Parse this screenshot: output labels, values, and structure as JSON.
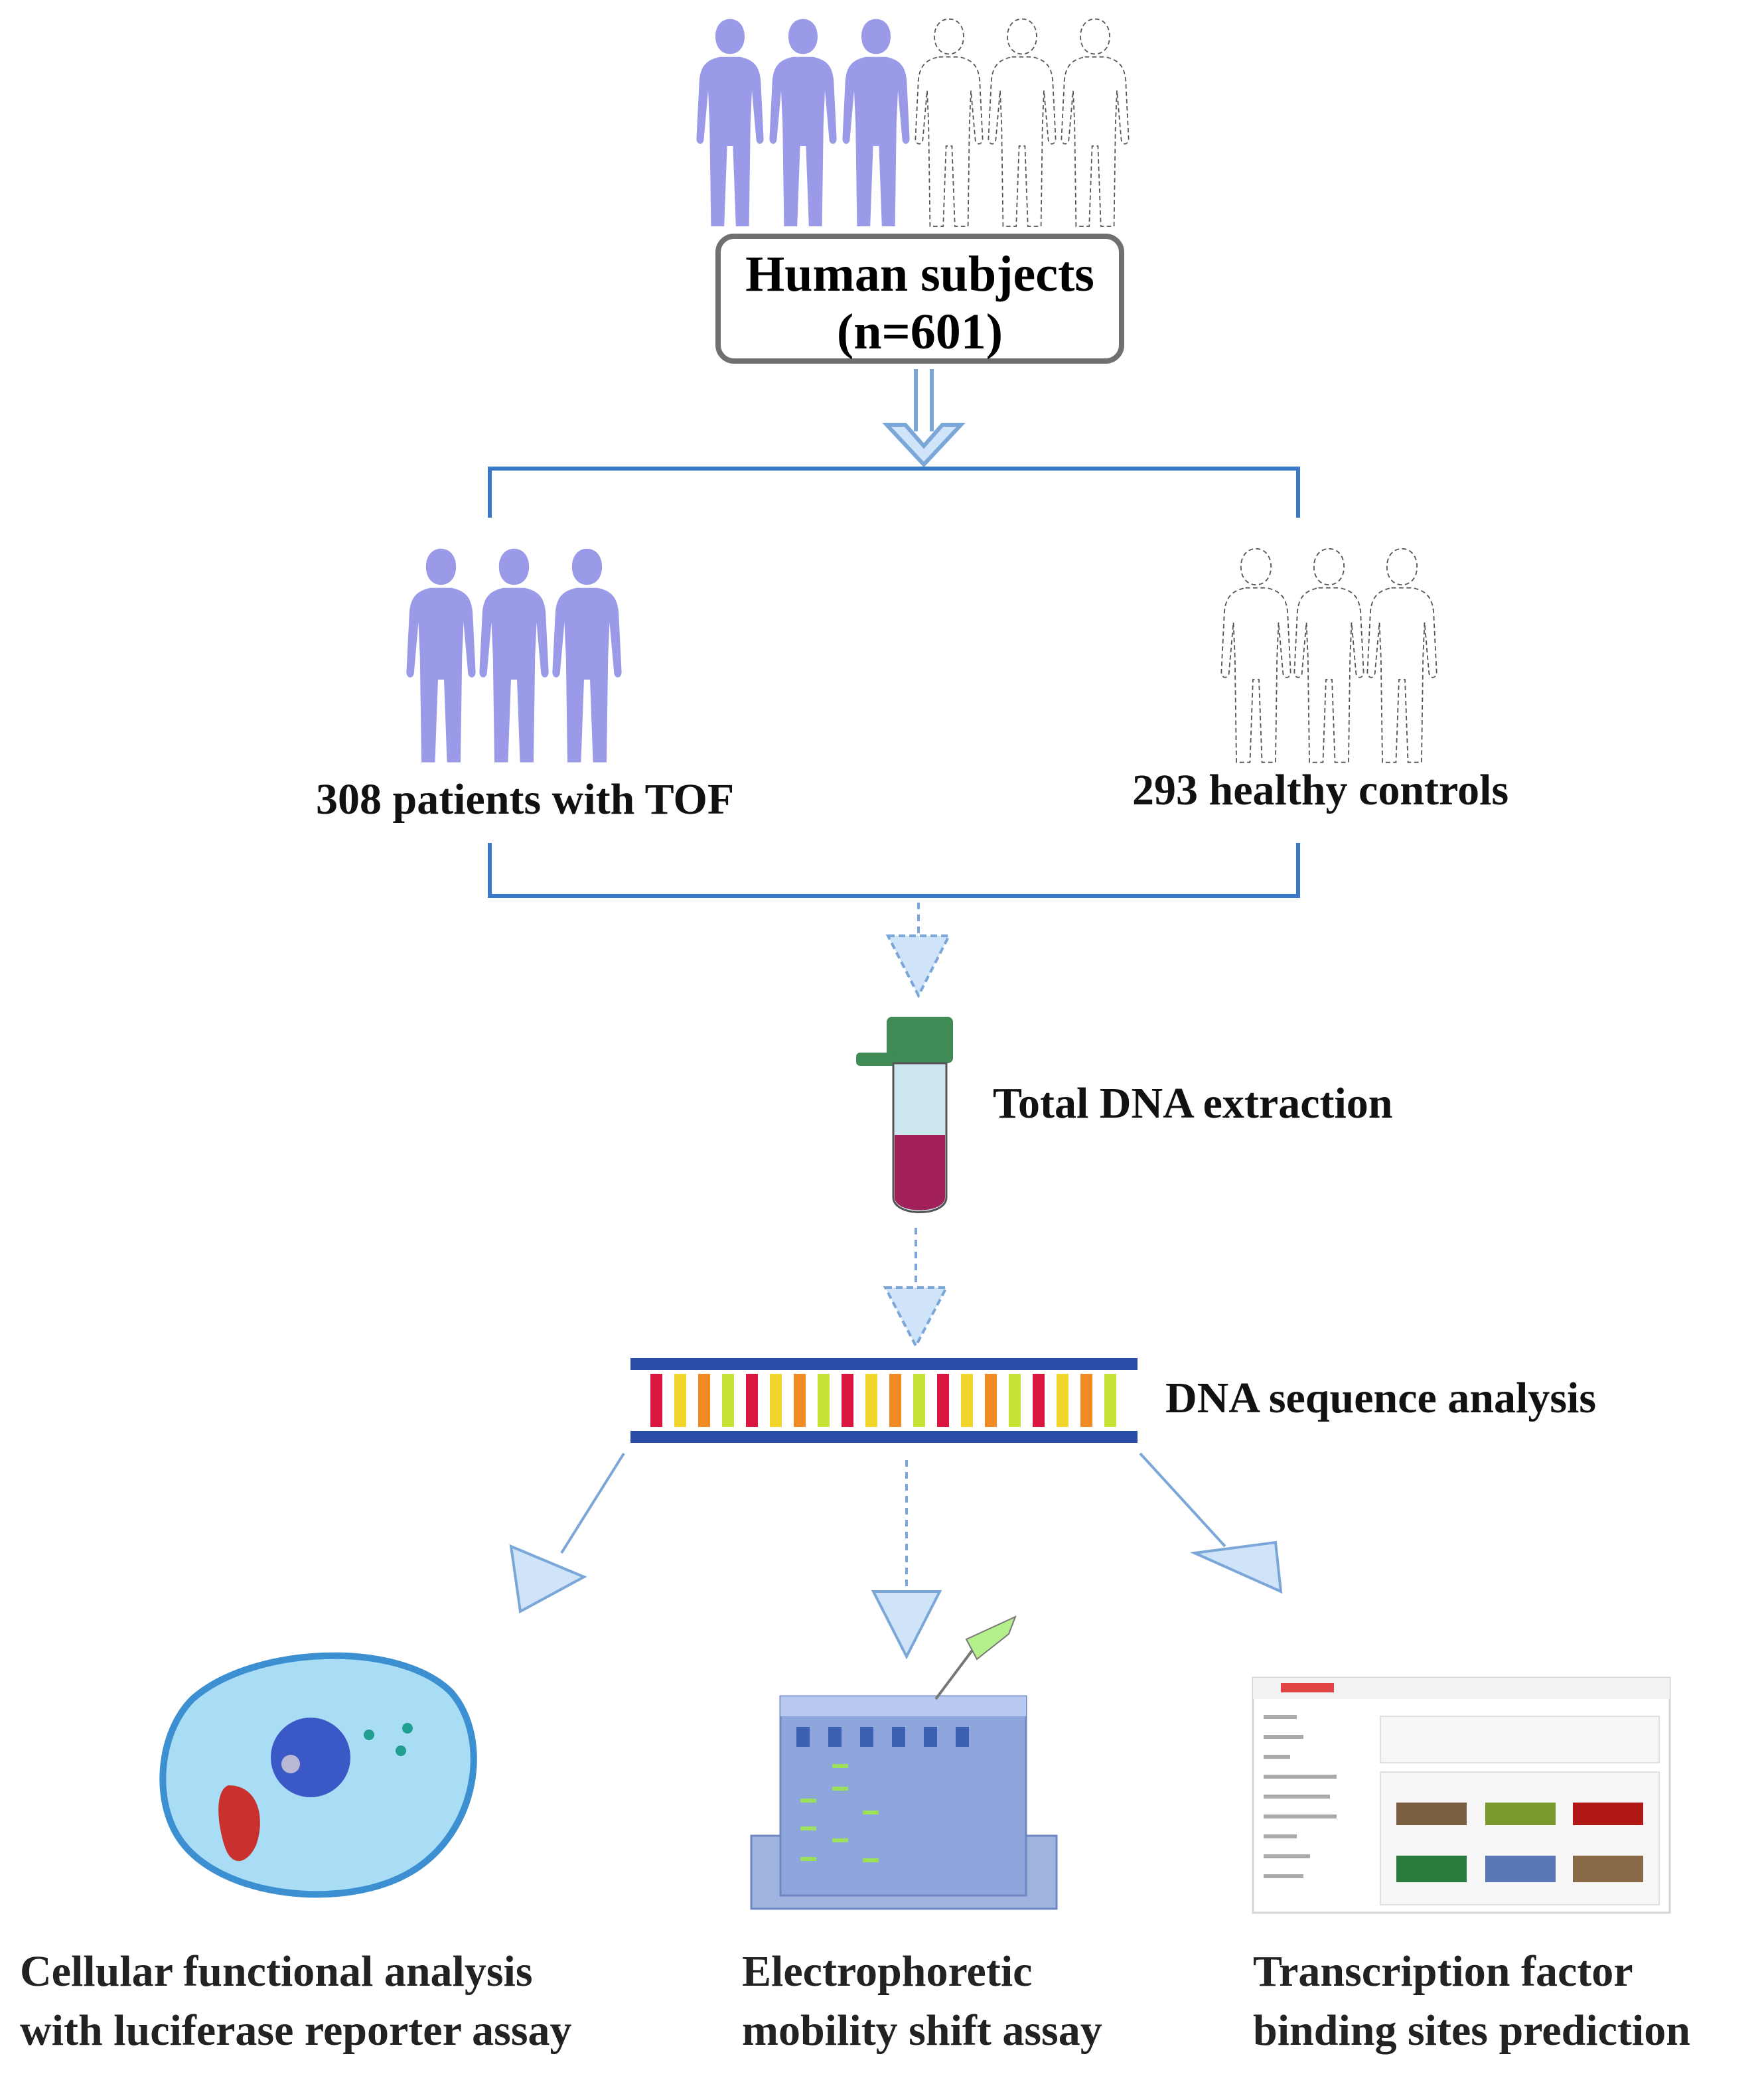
{
  "nodes": {
    "human_subjects": {
      "line1": "Human subjects",
      "line2": "(n=601)"
    },
    "patients": "308 patients with TOF",
    "controls": "293 healthy controls",
    "dna_extraction": "Total DNA extraction",
    "sequence_analysis": "DNA sequence analysis"
  },
  "outcomes": [
    {
      "line1": "Cellular functional analysis",
      "line2": "with luciferase reporter assay"
    },
    {
      "line1": "Electrophoretic",
      "line2": "mobility shift assay"
    },
    {
      "line1": "Transcription factor",
      "line2": "binding sites prediction"
    }
  ],
  "colors": {
    "patient_fill": "#9b9ae8",
    "arrow_fill": "#cfe4f8",
    "arrow_stroke": "#7aa7d8",
    "bracket": "#3a78c8",
    "blood": "#a3215a",
    "cap": "#3f8a55"
  }
}
